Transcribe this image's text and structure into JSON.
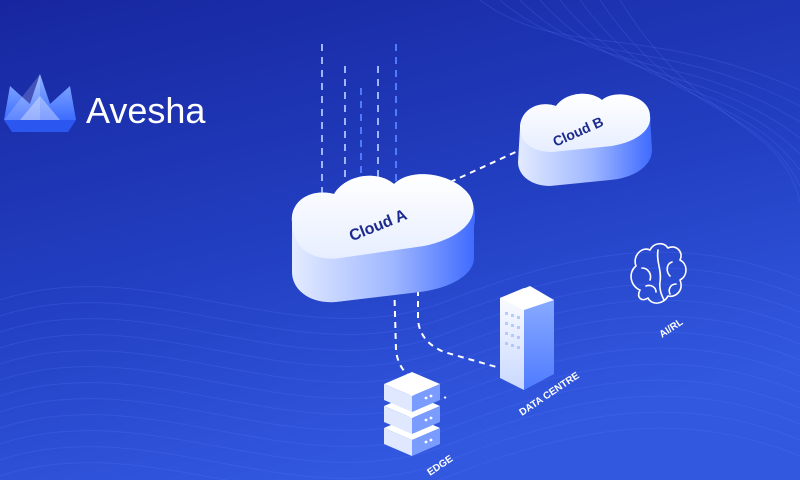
{
  "brand": {
    "name": "Avesha"
  },
  "clouds": {
    "cloud_a": "Cloud A",
    "cloud_b": "Cloud B"
  },
  "nodes": {
    "edge": "EDGE",
    "data_centre": "DATA CENTRE",
    "ai_rl": "AI/RL"
  },
  "colors": {
    "background_top": "#1a2aa8",
    "background_bottom": "#2e4fd6",
    "accent_blue": "#4f7bff",
    "cloud_white": "#ffffff",
    "label_navy": "#1b2a8c"
  },
  "icons": {
    "logo": "crown-logo-icon",
    "brain": "brain-icon",
    "server": "server-stack-icon",
    "building": "data-centre-building-icon"
  }
}
